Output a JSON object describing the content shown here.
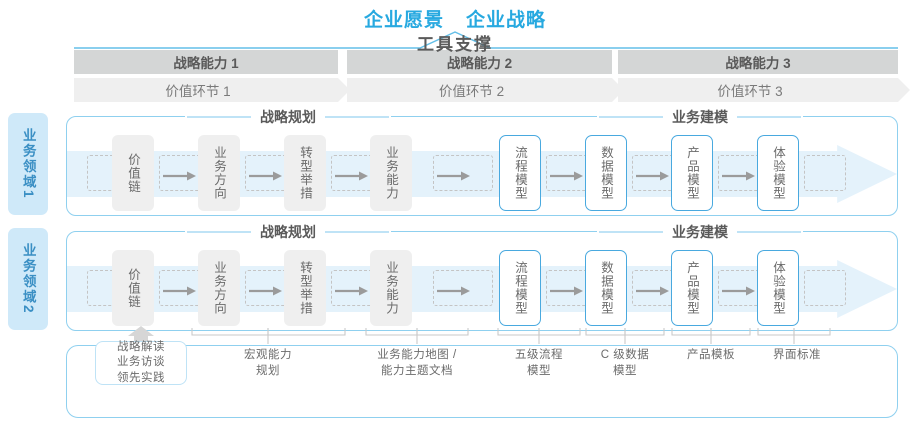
{
  "header": {
    "titles": [
      "企业愿景",
      "企业战略"
    ],
    "accent_color": "#27a9e0"
  },
  "capability_bars": [
    {
      "label": "战略能力 1"
    },
    {
      "label": "战略能力 2"
    },
    {
      "label": "战略能力 3"
    }
  ],
  "value_bars": [
    {
      "label": "价值环节 1"
    },
    {
      "label": "价值环节 2"
    },
    {
      "label": "价值环节 3"
    }
  ],
  "domains": [
    {
      "tab_label": "业务领域",
      "tab_number": "1",
      "sections": [
        {
          "title": "战略规划"
        },
        {
          "title": "业务建模"
        }
      ],
      "nodes": [
        {
          "label": "价值链",
          "style": "gray"
        },
        {
          "label": "业务方向",
          "style": "gray"
        },
        {
          "label": "转型举措",
          "style": "gray"
        },
        {
          "label": "业务能力",
          "style": "gray"
        },
        {
          "label": "流程模型",
          "style": "blue"
        },
        {
          "label": "数据模型",
          "style": "blue"
        },
        {
          "label": "产品模型",
          "style": "blue"
        },
        {
          "label": "体验模型",
          "style": "blue"
        }
      ]
    },
    {
      "tab_label": "业务领域",
      "tab_number": "2",
      "sections": [
        {
          "title": "战略规划"
        },
        {
          "title": "业务建模"
        }
      ],
      "nodes": [
        {
          "label": "价值链",
          "style": "gray"
        },
        {
          "label": "业务方向",
          "style": "gray"
        },
        {
          "label": "转型举措",
          "style": "gray"
        },
        {
          "label": "业务能力",
          "style": "gray"
        },
        {
          "label": "流程模型",
          "style": "blue"
        },
        {
          "label": "数据模型",
          "style": "blue"
        },
        {
          "label": "产品模型",
          "style": "blue"
        },
        {
          "label": "体验模型",
          "style": "blue"
        }
      ]
    }
  ],
  "tools": {
    "title": "工具支撑",
    "highlight_box": "战略解读\n业务访谈\n领先实践",
    "highlight_lines": [
      "战略解读",
      "业务访谈",
      "领先实践"
    ],
    "items": [
      {
        "lines": [
          "宏观能力",
          "规划"
        ]
      },
      {
        "lines": [
          "业务能力地图 /",
          "能力主题文档"
        ]
      },
      {
        "lines": [
          "五级流程",
          "模型"
        ]
      },
      {
        "lines": [
          "C 级数据",
          "模型"
        ]
      },
      {
        "lines": [
          "产品模板"
        ]
      },
      {
        "lines": [
          "界面标准"
        ]
      }
    ]
  },
  "colors": {
    "blue_accent": "#27a9e0",
    "blue_border": "#8fd0ef",
    "tab_bg": "#cfe9f9",
    "band_bg": "#eaf5fc",
    "gray_bar": "#d4d6d6",
    "light_gray_bar": "#efefef",
    "node_gray": "#efefef",
    "node_blue_border": "#49a9df",
    "text_gray": "#5a5a5a"
  }
}
